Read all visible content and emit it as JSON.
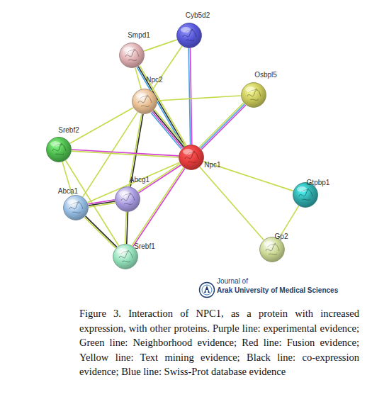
{
  "diagram": {
    "caption": "Figure 3. Interaction of NPC1, as a protein with increased expression, with other proteins. Purple line: experimental evidence; Green line: Neighborhood evidence; Red line: Fusion evidence; Yellow line: Text mining evidence; Black line: co-expression evidence; Blue line: Swiss-Prot database evidence",
    "nodes": [
      {
        "text": [
          "Smpd1"
        ]
      },
      {
        "text": [
          "Cyb5d2"
        ]
      },
      {
        "text": [
          "Npc2"
        ]
      },
      {
        "text": [
          "Osbpl5"
        ]
      },
      {
        "text": [
          "Srebf2"
        ]
      },
      {
        "text": [
          "Npc1"
        ]
      },
      {
        "text": [
          "Abca1"
        ]
      },
      {
        "text": [
          "Abcg1"
        ]
      },
      {
        "text": [
          "Srebf1"
        ]
      },
      {
        "text": [
          "Gtpbp1"
        ]
      },
      {
        "text": [
          "Gp2"
        ]
      }
    ],
    "edges": [
      {
        "from": 0,
        "to": 1,
        "arrow": "none"
      },
      {
        "from": 0,
        "to": 2,
        "arrow": "none"
      },
      {
        "from": 0,
        "to": 5,
        "arrow": "none"
      },
      {
        "from": 1,
        "to": 2,
        "arrow": "none"
      },
      {
        "from": 1,
        "to": 5,
        "arrow": "none"
      },
      {
        "from": 2,
        "to": 3,
        "arrow": "none"
      },
      {
        "from": 2,
        "to": 5,
        "arrow": "none"
      },
      {
        "from": 2,
        "to": 4,
        "arrow": "none"
      },
      {
        "from": 2,
        "to": 6,
        "arrow": "none"
      },
      {
        "from": 2,
        "to": 7,
        "arrow": "none"
      },
      {
        "from": 3,
        "to": 5,
        "arrow": "none"
      },
      {
        "from": 4,
        "to": 5,
        "arrow": "none"
      },
      {
        "from": 4,
        "to": 6,
        "arrow": "none"
      },
      {
        "from": 4,
        "to": 8,
        "arrow": "none"
      },
      {
        "from": 5,
        "to": 6,
        "arrow": "none"
      },
      {
        "from": 5,
        "to": 7,
        "arrow": "none"
      },
      {
        "from": 5,
        "to": 8,
        "arrow": "none"
      },
      {
        "from": 5,
        "to": 9,
        "arrow": "none"
      },
      {
        "from": 5,
        "to": 10,
        "arrow": "none"
      },
      {
        "from": 9,
        "to": 10,
        "arrow": "none"
      },
      {
        "from": 6,
        "to": 7,
        "arrow": "none"
      },
      {
        "from": 6,
        "to": 8,
        "arrow": "none"
      },
      {
        "from": 7,
        "to": 8,
        "arrow": "none"
      }
    ],
    "labels": [
      "Journal of",
      "Arak University of Medical Sciences"
    ]
  }
}
